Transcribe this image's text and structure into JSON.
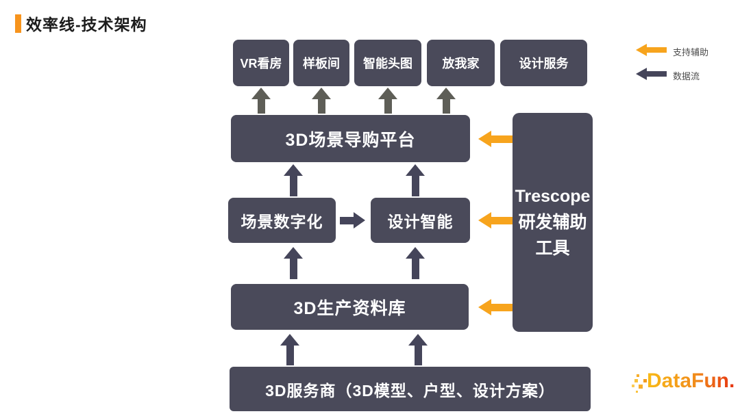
{
  "title": "效率线-技术架构",
  "legend": {
    "support_label": "支持辅助",
    "dataflow_label": "数据流"
  },
  "top_boxes": [
    "VR看房",
    "样板间",
    "智能头图",
    "放我家",
    "设计服务"
  ],
  "platform_label": "3D场景导购平台",
  "middle_boxes": {
    "left": "场景数字化",
    "right": "设计智能"
  },
  "resource_label": "3D生产资料库",
  "provider_label": "3D服务商（3D模型、户型、设计方案）",
  "side_tool": {
    "lines": [
      "Trescope",
      "研发辅助",
      "工具"
    ]
  },
  "logo_text": "DataFun.",
  "colors": {
    "box_fill": "#4a4a5a",
    "accent_orange": "#f7a41d",
    "flow_arrow_dark": "#45455a",
    "flow_arrow_gray": "#5e5e57",
    "logo_gradient_start": "#f9bb18",
    "logo_gradient_end": "#e63312"
  }
}
